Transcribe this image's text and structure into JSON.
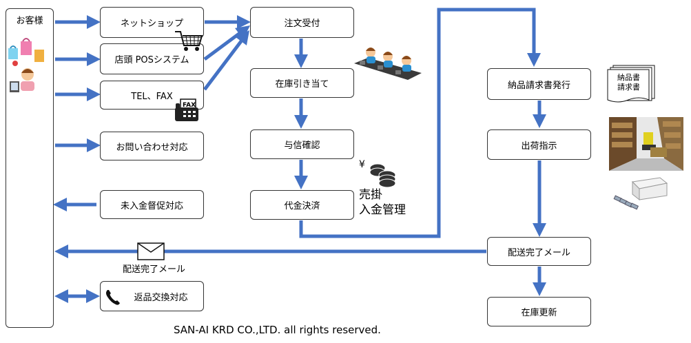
{
  "customer_label": "お客様",
  "channels": {
    "net_shop": "ネットショップ",
    "store_pos": "店頭 POSシステム",
    "tel_fax": "TEL、FAX",
    "inquiry": "お問い合わせ対応",
    "payment_reminder": "未入金督促対応",
    "return_exchange": "返品交換対応"
  },
  "flow_center": [
    "注文受付",
    "在庫引き当て",
    "与信確認",
    "代金決済"
  ],
  "flow_right": [
    "納品請求書発行",
    "出荷指示",
    "配送完了メール",
    "在庫更新"
  ],
  "mail_label": "配送完了メール",
  "receivables": {
    "line1": "売掛",
    "line2": "入金管理",
    "currency": "¥"
  },
  "documents": {
    "line1": "納品書",
    "line2": "請求書"
  },
  "fax_text": "FAX",
  "footer": "SAN-AI KRD CO.,LTD. all rights reserved.",
  "colors": {
    "arrow": "#4472c4",
    "border": "#333333"
  }
}
